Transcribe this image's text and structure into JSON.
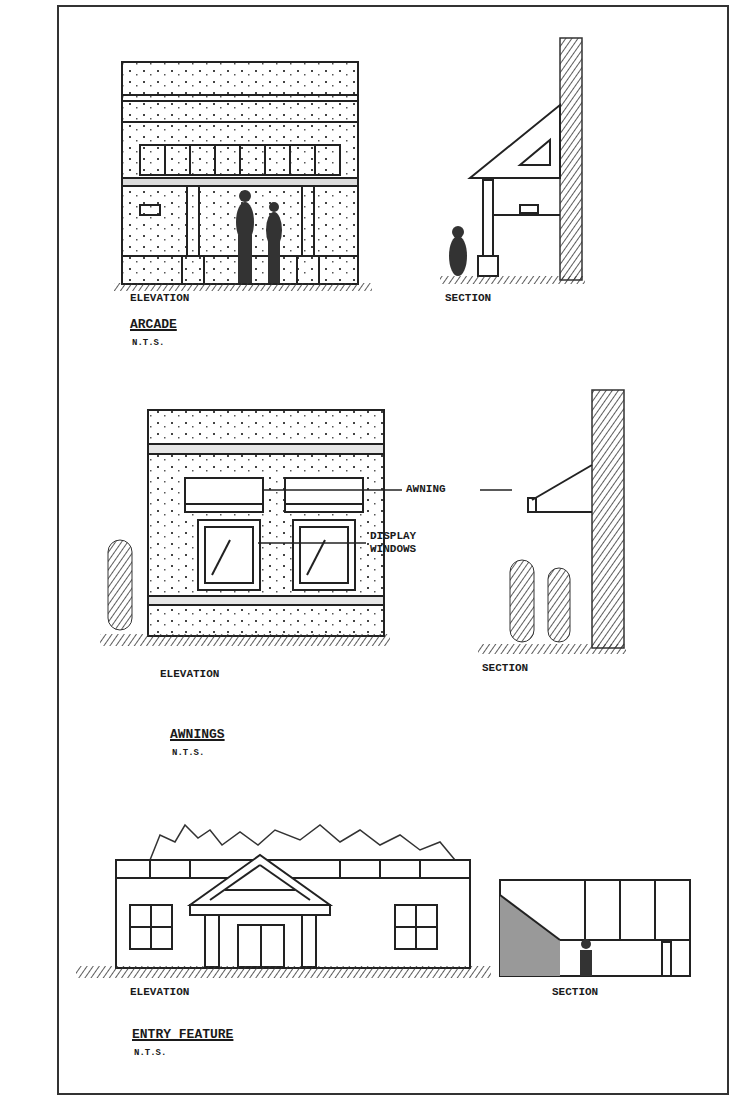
{
  "diagram": {
    "labels": [
      "ELEVATION",
      "SECTION",
      "ARCADE",
      "N.T.S.",
      "AWNING",
      "DISPLAY WINDOWS",
      "ELEVATION",
      "SECTION",
      "AWNINGS",
      "N.T.S.",
      "ELEVATION",
      "SECTION",
      "ENTRY FEATURE",
      "N.T.S."
    ]
  }
}
